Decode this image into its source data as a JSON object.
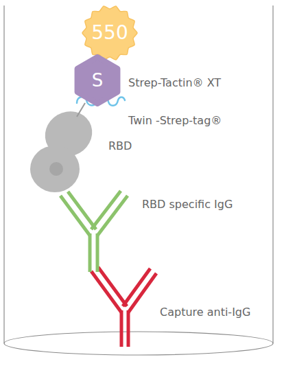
{
  "diagram": {
    "nodes": [
      {
        "text": [
          "550"
        ]
      },
      {
        "text": [
          "S"
        ]
      }
    ],
    "labels": [
      "Strep-Tactin® XT",
      "Twin -Strep-tag®",
      "RBD",
      "RBD specific IgG",
      "Capture anti-IgG"
    ]
  }
}
